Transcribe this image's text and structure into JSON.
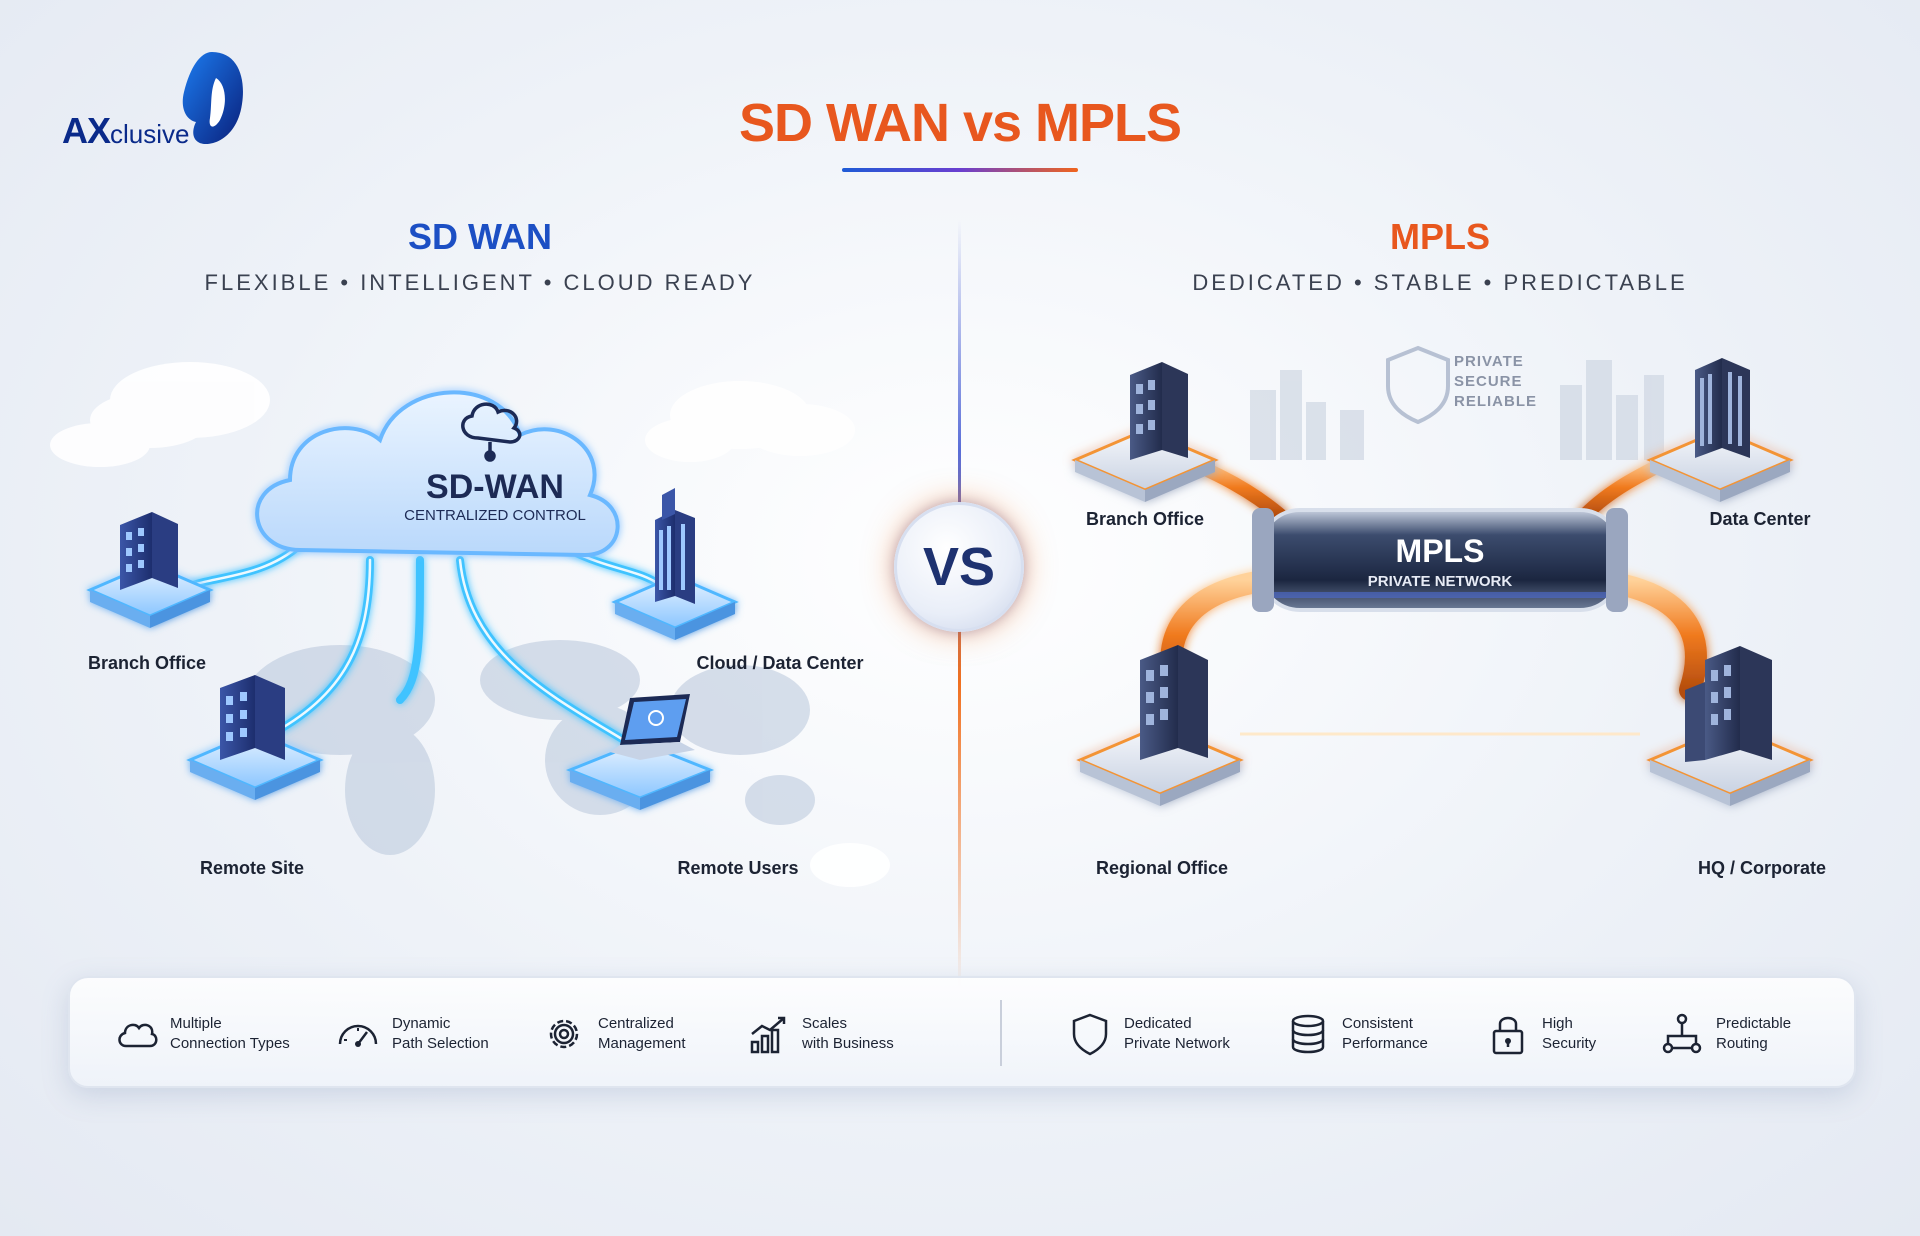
{
  "brand": {
    "logo_main": "AX",
    "logo_rest": "clusive"
  },
  "title": "SD WAN vs MPLS",
  "vs_label": "VS",
  "colors": {
    "sdwan": "#1c4fc4",
    "mpls": "#e8571e",
    "glow_blue": "#3fc3ff",
    "glow_orange": "#ff9a2e"
  },
  "sdwan": {
    "heading": "SD WAN",
    "subtitle": "FLEXIBLE  •  INTELLIGENT  •  CLOUD READY",
    "cloud_title": "SD-WAN",
    "cloud_subtitle": "CENTRALIZED CONTROL",
    "nodes": [
      {
        "label": "Branch Office",
        "icon": "building-icon"
      },
      {
        "label": "Cloud / Data Center",
        "icon": "tower-icon"
      },
      {
        "label": "Remote Site",
        "icon": "building-icon"
      },
      {
        "label": "Remote Users",
        "icon": "laptop-icon"
      }
    ]
  },
  "mpls": {
    "heading": "MPLS",
    "subtitle": "DEDICATED  •  STABLE  •  PREDICTABLE",
    "tube_title": "MPLS",
    "tube_subtitle": "PRIVATE NETWORK",
    "shield_lines": [
      "PRIVATE",
      "SECURE",
      "RELIABLE"
    ],
    "nodes": [
      {
        "label": "Branch Office",
        "icon": "building-icon"
      },
      {
        "label": "Data Center",
        "icon": "server-icon"
      },
      {
        "label": "Regional Office",
        "icon": "building-icon"
      },
      {
        "label": "HQ / Corporate",
        "icon": "building-icon"
      }
    ]
  },
  "features": {
    "sdwan": [
      {
        "line1": "Multiple",
        "line2": "Connection Types",
        "icon": "cloud-icon"
      },
      {
        "line1": "Dynamic",
        "line2": "Path Selection",
        "icon": "speedometer-icon"
      },
      {
        "line1": "Centralized",
        "line2": "Management",
        "icon": "gear-icon"
      },
      {
        "line1": "Scales",
        "line2": "with Business",
        "icon": "growth-chart-icon"
      }
    ],
    "mpls": [
      {
        "line1": "Dedicated",
        "line2": "Private Network",
        "icon": "shield-icon"
      },
      {
        "line1": "Consistent",
        "line2": "Performance",
        "icon": "database-icon"
      },
      {
        "line1": "High",
        "line2": "Security",
        "icon": "lock-icon"
      },
      {
        "line1": "Predictable",
        "line2": "Routing",
        "icon": "routing-icon"
      }
    ]
  }
}
